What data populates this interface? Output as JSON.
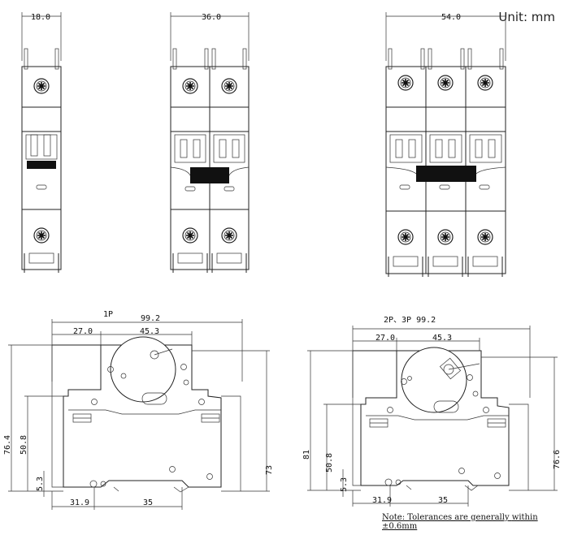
{
  "unit_label": "Unit: mm",
  "front_views": {
    "width_1p": "18.0",
    "width_2p": "36.0",
    "width_3p": "54.0"
  },
  "side_view_1p": {
    "label": "1P",
    "overall_width": "99.2",
    "dim_27": "27.0",
    "dim_45": "45.3",
    "height_76": "76.4",
    "height_50": "50.8",
    "height_73": "73",
    "dim_53": "5.3",
    "dim_319": "31.9",
    "dim_35": "35"
  },
  "side_view_2p3p": {
    "label": "2P、3P 99.2",
    "dim_27": "27.0",
    "dim_45": "45.3",
    "height_81": "81",
    "height_50": "50.8",
    "height_76": "76.6",
    "dim_53": "5.3",
    "dim_319": "31.9",
    "dim_35": "35"
  },
  "note": {
    "prefix": "Note: Tolerances are generally ",
    "emph": "within ±0.6mm"
  }
}
